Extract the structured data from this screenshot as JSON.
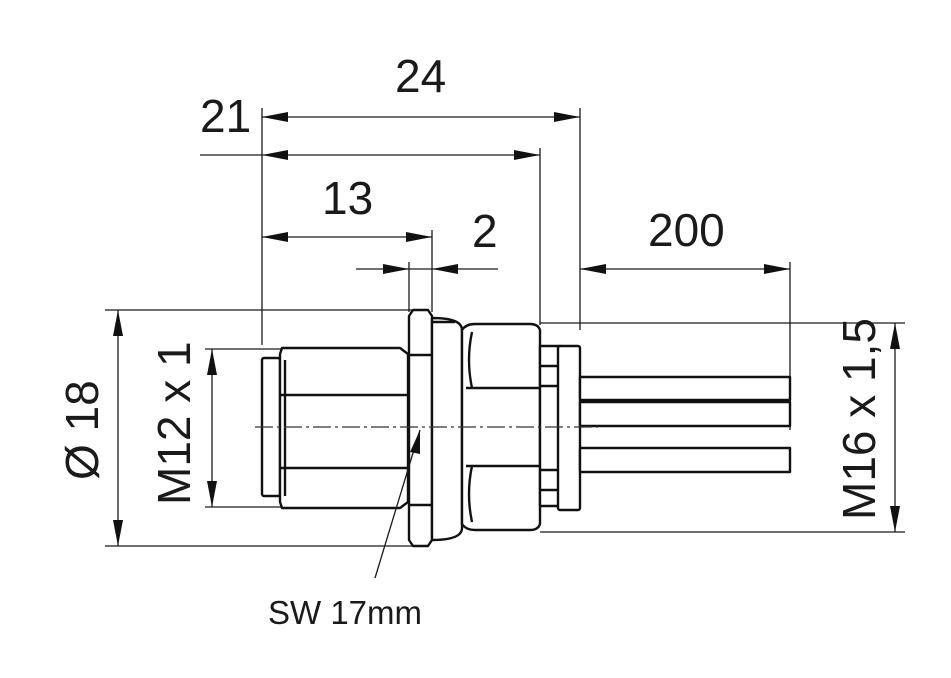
{
  "dimensions": {
    "d24": "24",
    "d21": "21",
    "d13": "13",
    "d2": "2",
    "d200": "200",
    "dia18": "Ø 18",
    "m12": "M12 x 1",
    "m16": "M16 x 1,5"
  },
  "callouts": {
    "wrench": "SW 17mm"
  }
}
